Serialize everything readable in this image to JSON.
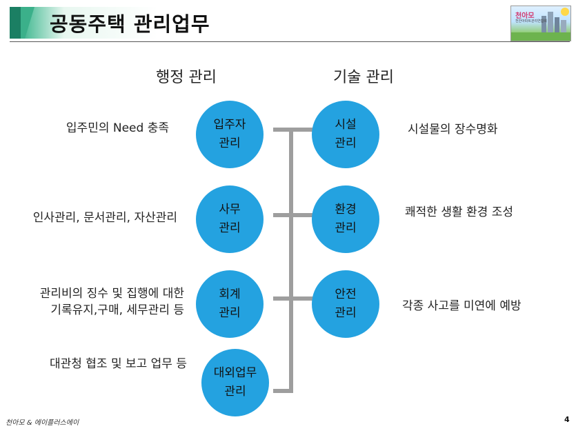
{
  "title": "공동주택 관리업무",
  "logo": {
    "name": "천아모",
    "sub": "천안아파트관리연합회"
  },
  "columns": {
    "left": "행정 관리",
    "right": "기술 관리"
  },
  "left_items": [
    {
      "circle": [
        "입주자",
        "관리"
      ],
      "desc": [
        "입주민의 Need 충족"
      ]
    },
    {
      "circle": [
        "사무",
        "관리"
      ],
      "desc": [
        "인사관리, 문서관리, 자산관리"
      ]
    },
    {
      "circle": [
        "회계",
        "관리"
      ],
      "desc": [
        "관리비의 징수 및 집행에 대한",
        "기록유지,구매, 세무관리 등"
      ]
    },
    {
      "circle": [
        "대외업무",
        "관리"
      ],
      "desc": [
        "대관청 협조 및 보고 업무 등"
      ]
    }
  ],
  "right_items": [
    {
      "circle": [
        "시설",
        "관리"
      ],
      "desc": [
        "시설물의 장수명화"
      ]
    },
    {
      "circle": [
        "환경",
        "관리"
      ],
      "desc": [
        "쾌적한 생활 환경 조성"
      ]
    },
    {
      "circle": [
        "안전",
        "관리"
      ],
      "desc": [
        "각종 사고를 미연에 예방"
      ]
    }
  ],
  "colors": {
    "circle": "#24a2e0",
    "connector": "#9e9e9e",
    "accent": "#1d8e6f"
  },
  "footer": "천아모 & 에이플러스에이",
  "page_number": "4"
}
